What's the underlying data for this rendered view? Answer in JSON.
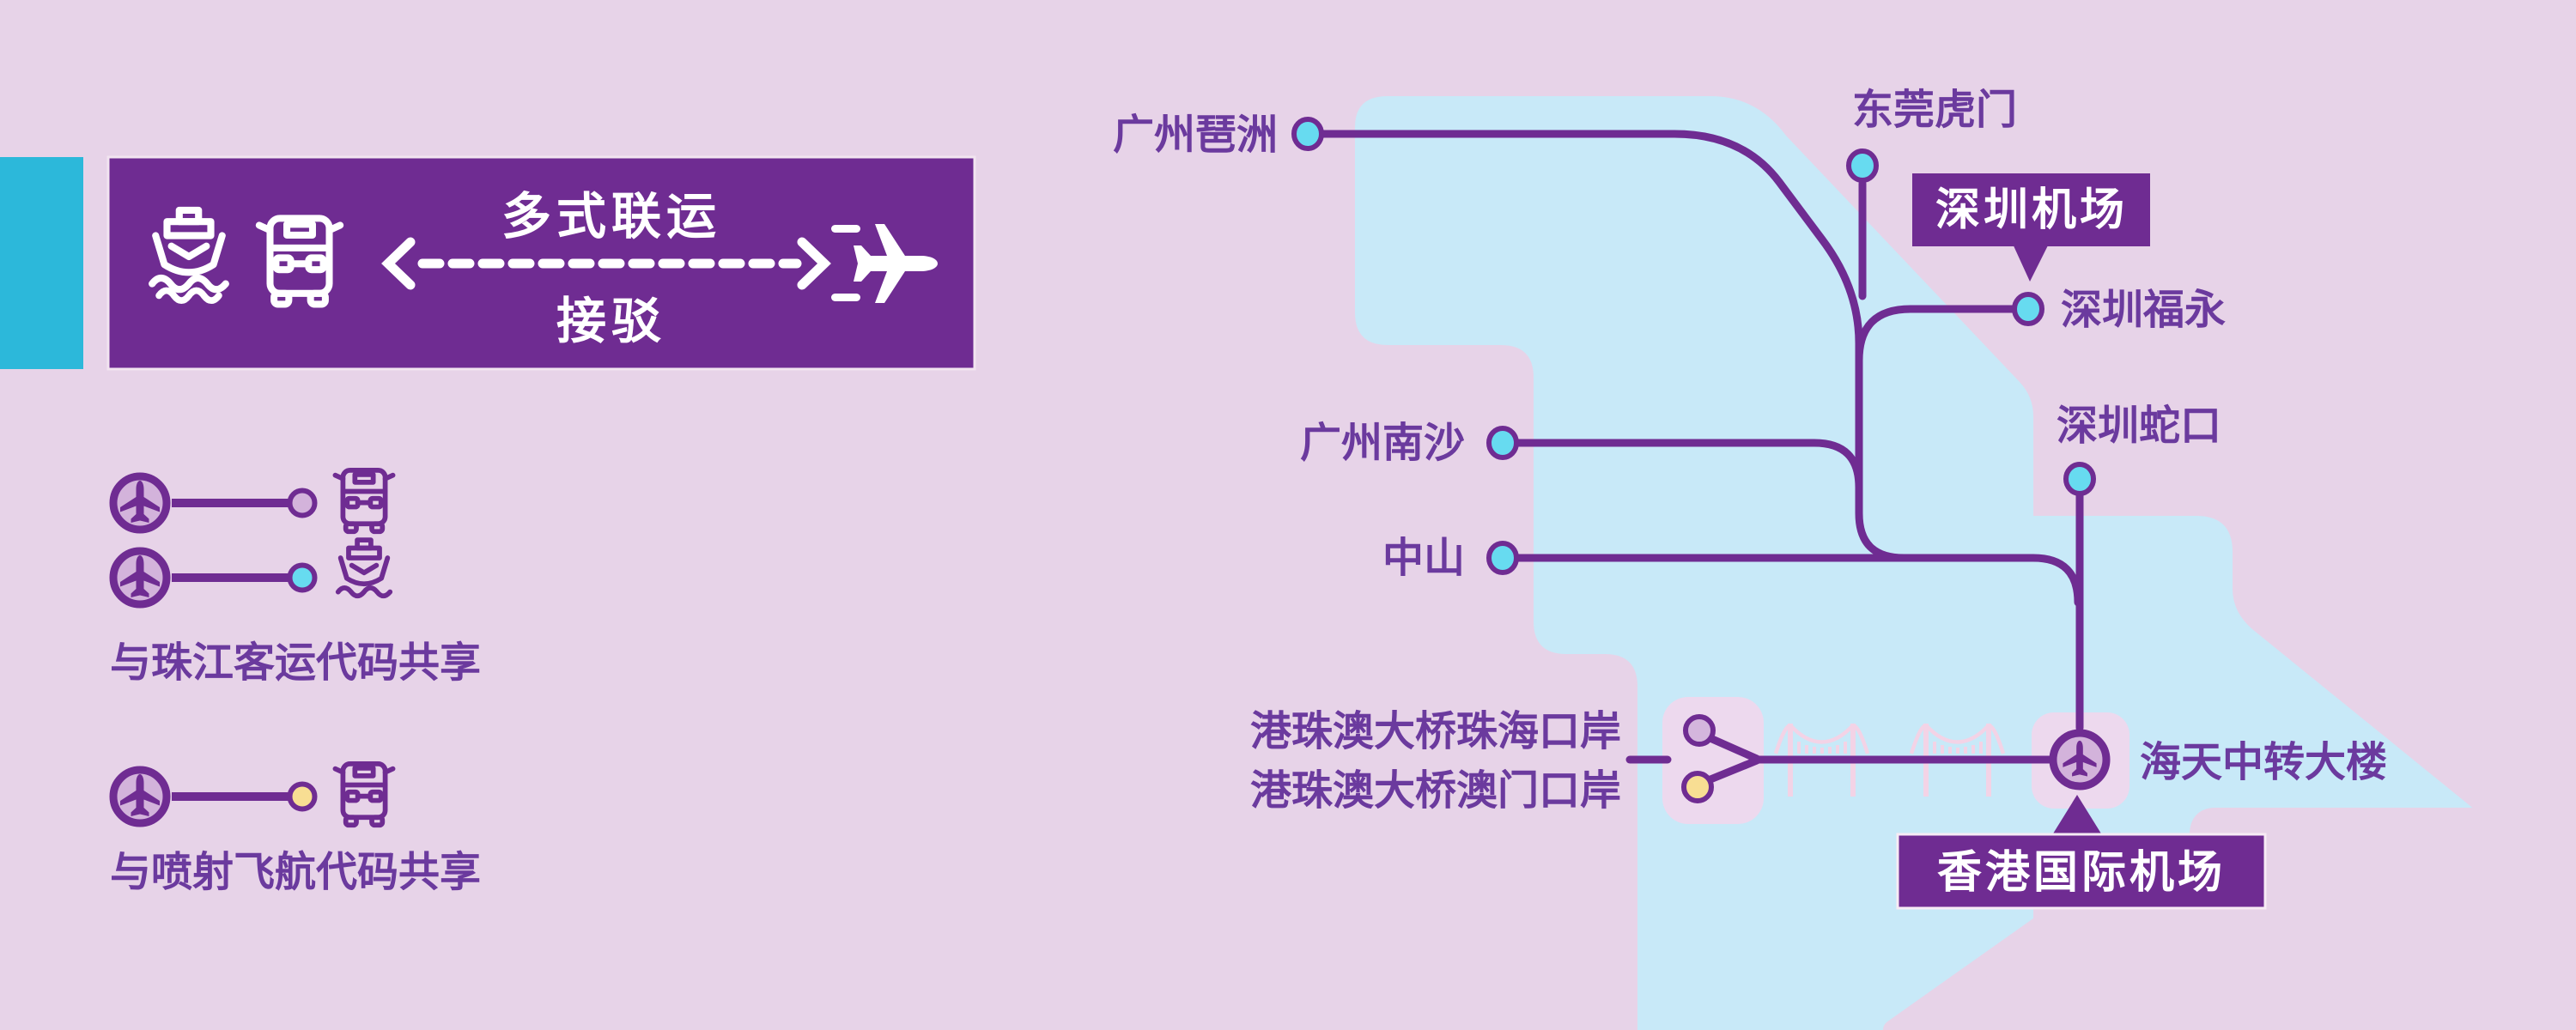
{
  "header": {
    "line1": "多式联运",
    "line2": "接驳",
    "icons": [
      "ferry-icon",
      "bus-icon",
      "plane-icon"
    ]
  },
  "legend": {
    "rows": [
      {
        "from": "plane",
        "to": "bus",
        "dot_color": "#D3B3DB"
      },
      {
        "from": "plane",
        "to": "ferry",
        "dot_color": "#67DBF0"
      },
      {
        "from": "plane",
        "to": "bus",
        "dot_color": "#F8DE93"
      }
    ],
    "share_pearl": "与珠江客运代码共享",
    "share_turbojet": "与喷射飞航代码共享"
  },
  "stations": {
    "pazhou": "广州琶洲",
    "humen": "东莞虎门",
    "shenzhen_airport": "深圳机场",
    "fuyong": "深圳福永",
    "shekou": "深圳蛇口",
    "nansha": "广州南沙",
    "zhongshan": "中山",
    "hzmb_zhuhai": "港珠澳大桥珠海口岸",
    "hzmb_macau": "港珠澳大桥澳门口岸",
    "skypier": "海天中转大楼",
    "hkia": "香港国际机场"
  },
  "colors": {
    "background_pink": "#E7D3E8",
    "water_blue": "#C8E9F8",
    "route_purple": "#6F2C92",
    "label_purple": "#6B3A9E",
    "station_cyan": "#67DBF0",
    "accent_teal": "#2CB8DA",
    "codeshare_yellow": "#F8DE93",
    "lavender_fill": "#D3B3DB",
    "land_light_pink": "#EDD9EE",
    "bridge_pink": "#F3D3E6"
  }
}
